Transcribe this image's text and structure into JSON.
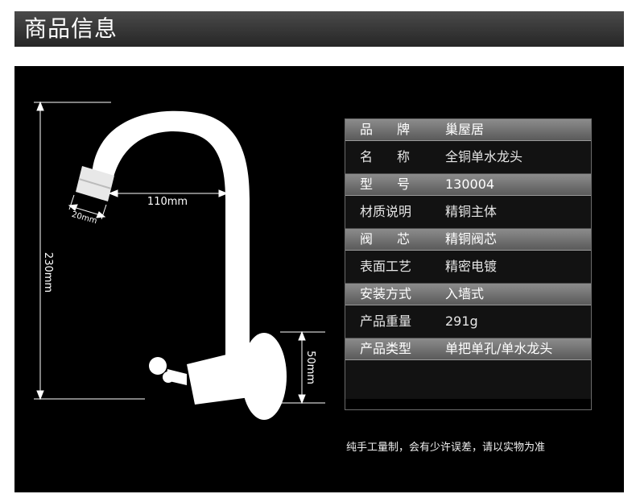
{
  "header": {
    "title": "商品信息"
  },
  "dimensions": {
    "height_label": "230mm",
    "reach_label": "110mm",
    "outlet_label": "20mm",
    "base_label": "50mm"
  },
  "specs": [
    {
      "label": "品牌",
      "value": "巢屋居"
    },
    {
      "label": "名称",
      "value": "全铜单水龙头"
    },
    {
      "label": "型号",
      "value": "130004"
    },
    {
      "label": "材质说明",
      "value": "精铜主体"
    },
    {
      "label": "阀芯",
      "value": "精铜阀芯"
    },
    {
      "label": "表面工艺",
      "value": "精密电镀"
    },
    {
      "label": "安装方式",
      "value": "入墙式"
    },
    {
      "label": "产品重量",
      "value": "291g"
    },
    {
      "label": "产品类型",
      "value": "单把单孔/单水龙头"
    },
    {
      "label": "",
      "value": ""
    }
  ],
  "note": "纯手工量制，会有少许误差，请以实物为准"
}
